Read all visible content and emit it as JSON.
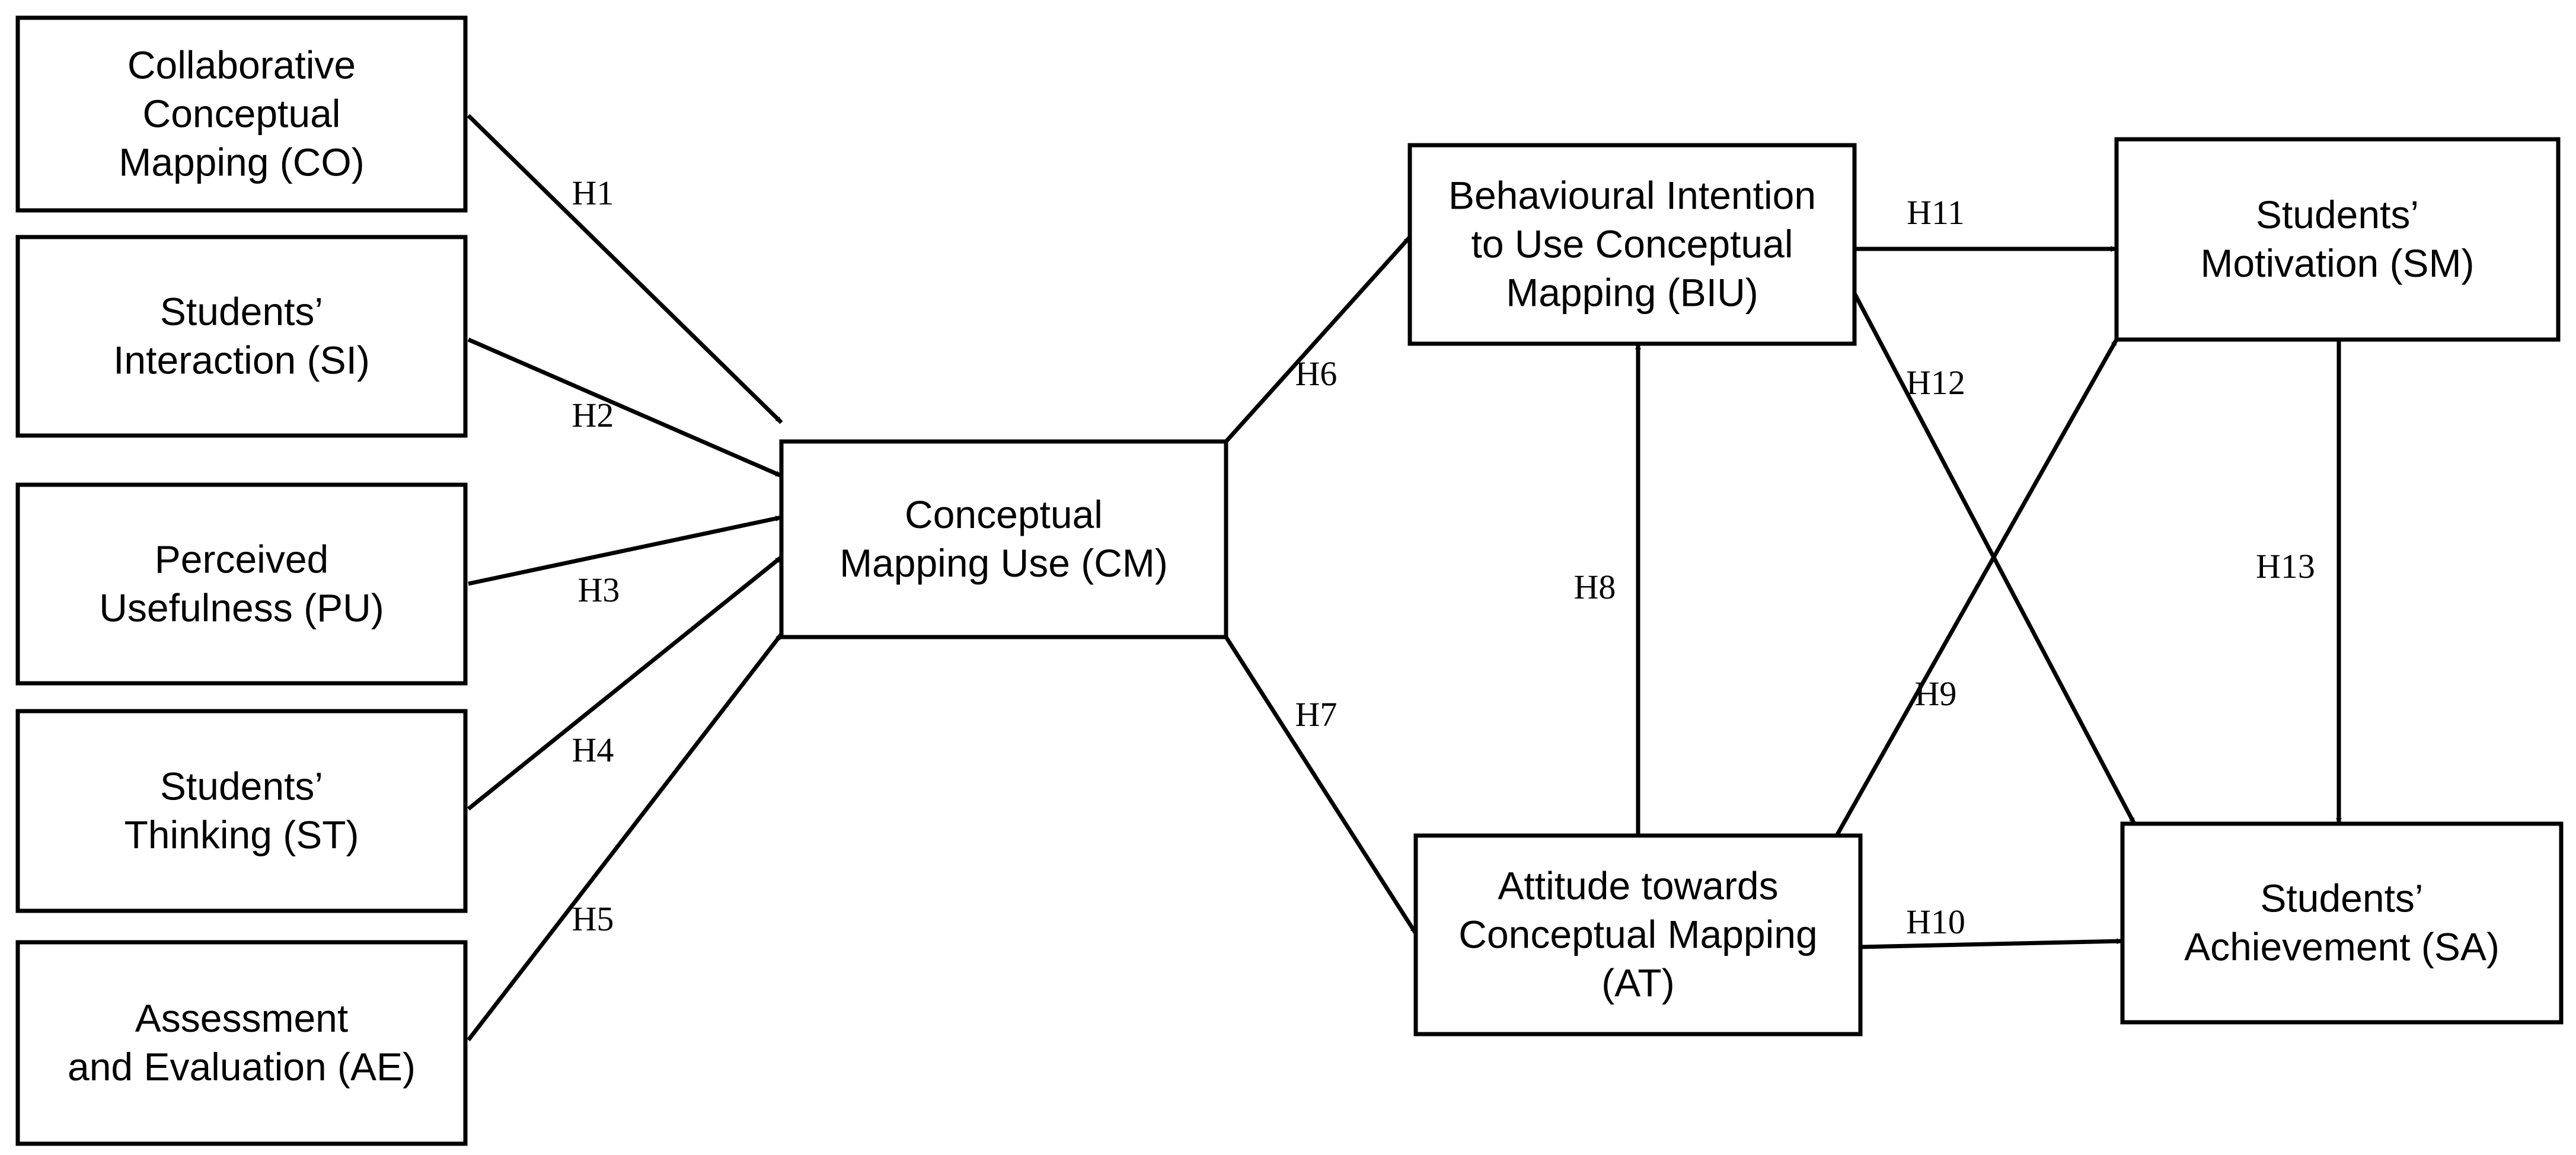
{
  "nodes": [
    {
      "id": "CO",
      "lines": [
        "Collaborative",
        "Conceptual",
        "Mapping (CO)"
      ]
    },
    {
      "id": "SI",
      "lines": [
        "Students’",
        "Interaction (SI)"
      ]
    },
    {
      "id": "PU",
      "lines": [
        "Perceived",
        "Usefulness (PU)"
      ]
    },
    {
      "id": "ST",
      "lines": [
        "Students’",
        "Thinking (ST)"
      ]
    },
    {
      "id": "AE",
      "lines": [
        "Assessment",
        "and Evaluation (AE)"
      ]
    },
    {
      "id": "CM",
      "lines": [
        "Conceptual",
        "Mapping Use (CM)"
      ]
    },
    {
      "id": "BIU",
      "lines": [
        "Behavioural Intention",
        "to Use Conceptual",
        "Mapping (BIU)"
      ]
    },
    {
      "id": "AT",
      "lines": [
        "Attitude towards",
        "Conceptual Mapping",
        "(AT)"
      ]
    },
    {
      "id": "SM",
      "lines": [
        "Students’",
        "Motivation (SM)"
      ]
    },
    {
      "id": "SA",
      "lines": [
        "Students’",
        "Achievement (SA)"
      ]
    }
  ],
  "edges": [
    {
      "from": "CO",
      "to": "CM",
      "label": "H1"
    },
    {
      "from": "SI",
      "to": "CM",
      "label": "H2"
    },
    {
      "from": "PU",
      "to": "CM",
      "label": "H3"
    },
    {
      "from": "ST",
      "to": "CM",
      "label": "H4"
    },
    {
      "from": "AE",
      "to": "CM",
      "label": "H5"
    },
    {
      "from": "CM",
      "to": "BIU",
      "label": "H6"
    },
    {
      "from": "CM",
      "to": "AT",
      "label": "H7"
    },
    {
      "from": "AT",
      "to": "BIU",
      "label": "H8"
    },
    {
      "from": "AT",
      "to": "SM",
      "label": "H9"
    },
    {
      "from": "AT",
      "to": "SA",
      "label": "H10"
    },
    {
      "from": "BIU",
      "to": "SM",
      "label": "H11"
    },
    {
      "from": "BIU",
      "to": "SA",
      "label": "H12"
    },
    {
      "from": "SM",
      "to": "SA",
      "label": "H13"
    }
  ]
}
